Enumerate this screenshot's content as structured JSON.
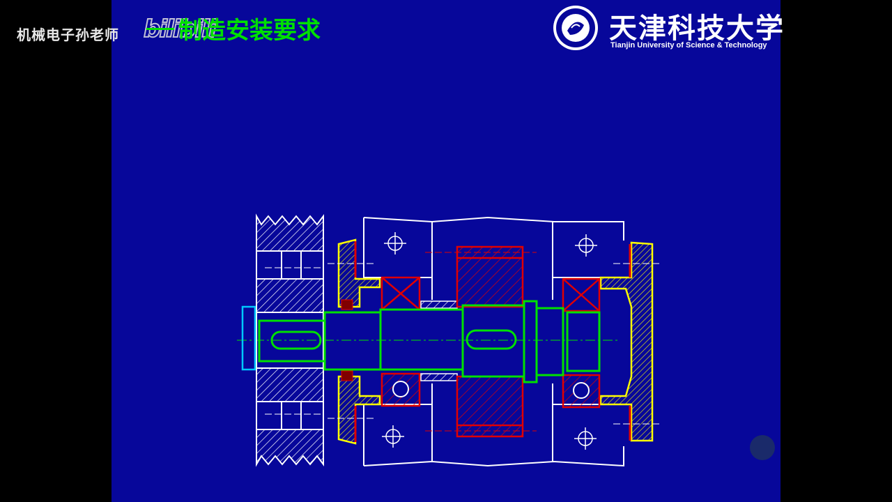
{
  "watermark": {
    "channel": "机械电子孙老师",
    "platform": "bilibili"
  },
  "slide": {
    "title_prefix": "一、",
    "title": "制造安装要求"
  },
  "university": {
    "name_cn": "天津科技大学",
    "name_en": "Tianjin University of Science & Technology"
  },
  "colors": {
    "background": "#07079a",
    "shaft": "#00e000",
    "gear_bearing": "#e00000",
    "end_cover": "#ffff00",
    "housing": "#ffffff",
    "key": "#00c8ff",
    "seal": "#800000"
  }
}
